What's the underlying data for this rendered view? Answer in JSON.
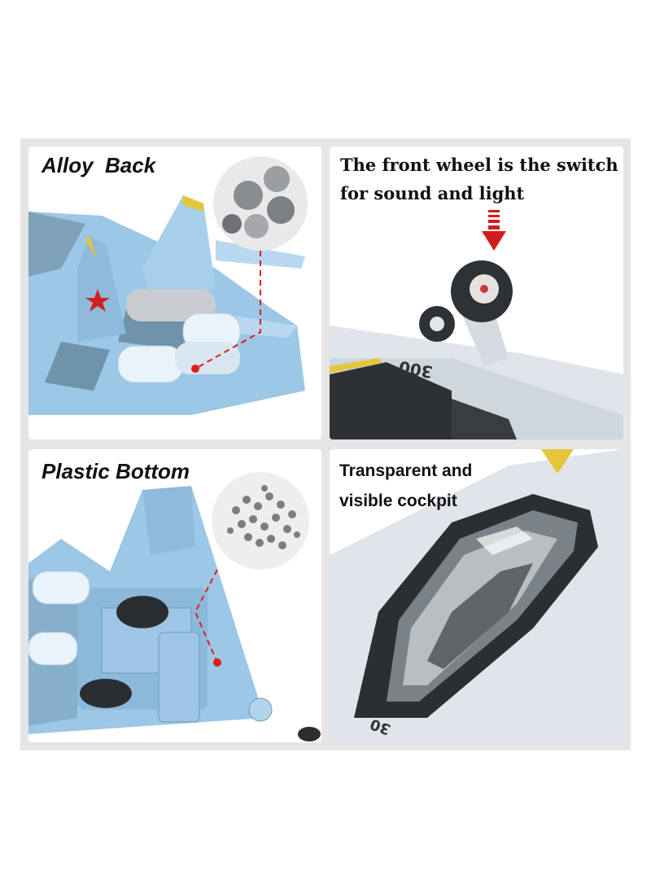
{
  "panels": [
    {
      "caption": "Alloy  Back"
    },
    {
      "caption_line1": "The front wheel is the switch",
      "caption_line2": "for sound and light",
      "tail_number": "300"
    },
    {
      "caption": "Plastic Bottom"
    },
    {
      "caption_line1": "Transparent and",
      "caption_line2": "visible cockpit",
      "tail_number": "30"
    }
  ],
  "colors": {
    "frame": "#e5e5e5",
    "jet_blue": "#9cc7e6",
    "jet_grey": "#dfe5ea",
    "pointer": "#e01b1b"
  }
}
